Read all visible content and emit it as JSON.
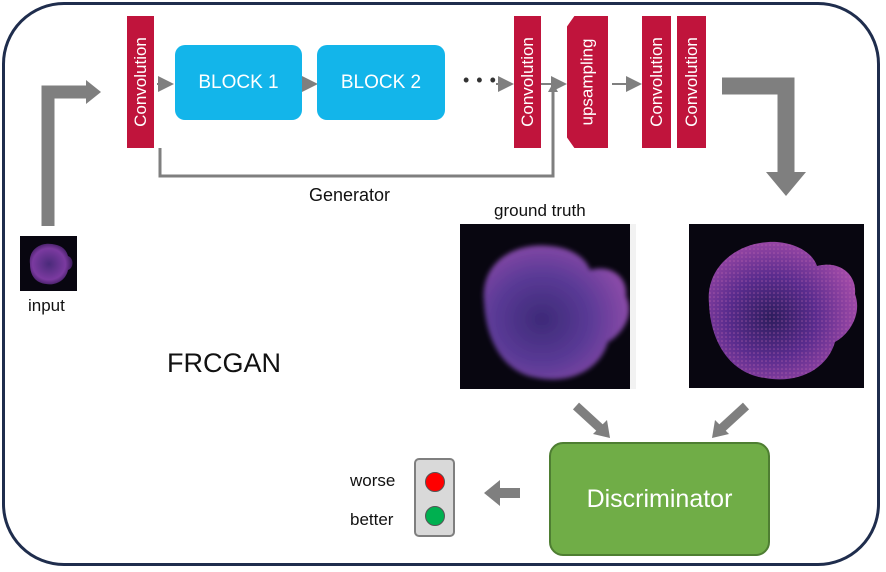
{
  "diagram": {
    "title": "FRCGAN",
    "input_label": "input",
    "generator_label": "Generator",
    "ground_truth_label": "ground truth",
    "blocks": [
      "BLOCK 1",
      "BLOCK 2"
    ],
    "ellipsis": "• • •",
    "layers": {
      "conv_first": "Convolution",
      "conv_last_skip": "Convolution",
      "upsampling": "upsampling",
      "conv_out_1": "Convolution",
      "conv_out_2": "Convolution"
    },
    "discriminator_label": "Discriminator",
    "traffic_light": {
      "worse": "worse",
      "better": "better"
    },
    "colors": {
      "conv": "#c0143c",
      "block": "#13b5ea",
      "discriminator": "#70ad47",
      "arrow": "#7f7f7f",
      "frame": "#1f2d4d",
      "lamp_red": "#ff0000",
      "lamp_green": "#00b050"
    }
  }
}
